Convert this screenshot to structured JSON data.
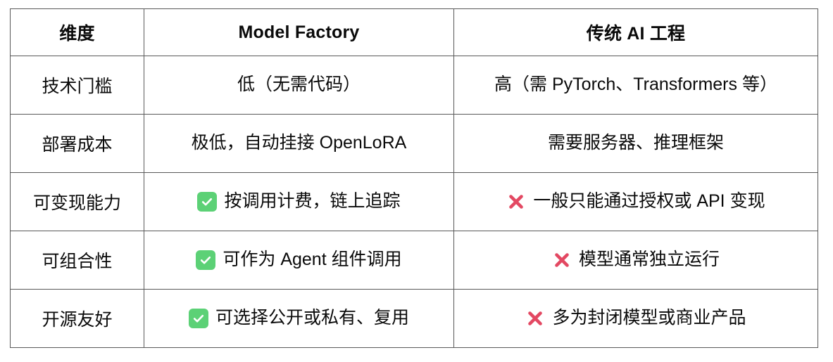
{
  "table": {
    "colors": {
      "check_badge": "#5cd176",
      "check_glyph": "#ffffff",
      "cross": "#e34862",
      "border": "#595959",
      "text": "#0a0a0a",
      "background": "#ffffff"
    },
    "headers": [
      "维度",
      "Model Factory",
      "传统 AI 工程"
    ],
    "rows": [
      {
        "dimension": "技术门槛",
        "model_factory": {
          "icon": "",
          "text": "低（无需代码）"
        },
        "traditional": {
          "icon": "",
          "text": "高（需 PyTorch、Transformers 等）"
        }
      },
      {
        "dimension": "部署成本",
        "model_factory": {
          "icon": "",
          "text": "极低，自动挂接 OpenLoRA"
        },
        "traditional": {
          "icon": "",
          "text": "需要服务器、推理框架"
        }
      },
      {
        "dimension": "可变现能力",
        "model_factory": {
          "icon": "check-icon",
          "text": "按调用计费，链上追踪"
        },
        "traditional": {
          "icon": "cross-icon",
          "text": "一般只能通过授权或 API 变现"
        }
      },
      {
        "dimension": "可组合性",
        "model_factory": {
          "icon": "check-icon",
          "text": "可作为 Agent 组件调用"
        },
        "traditional": {
          "icon": "cross-icon",
          "text": "模型通常独立运行"
        }
      },
      {
        "dimension": "开源友好",
        "model_factory": {
          "icon": "check-icon",
          "text": "可选择公开或私有、复用"
        },
        "traditional": {
          "icon": "cross-icon",
          "text": "多为封闭模型或商业产品"
        }
      }
    ]
  }
}
